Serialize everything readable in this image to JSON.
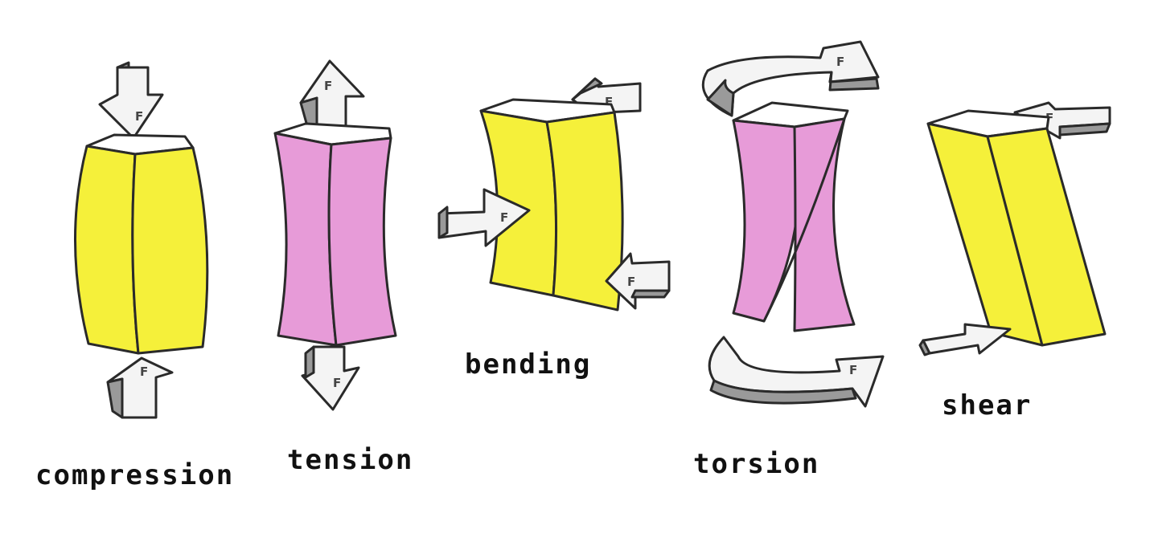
{
  "diagram": {
    "colors": {
      "yellow": "#f5f03a",
      "pink": "#e79bd8",
      "top_face": "#ffffff",
      "outline": "#2a2a2a",
      "arrow_fill": "#f4f4f4",
      "arrow_side": "#9a9a9a"
    },
    "force_symbol": "F",
    "panels": [
      {
        "label": "compression",
        "block_color": "yellow"
      },
      {
        "label": "tension",
        "block_color": "pink"
      },
      {
        "label": "bending",
        "block_color": "yellow"
      },
      {
        "label": "torsion",
        "block_color": "pink"
      },
      {
        "label": "shear",
        "block_color": "yellow"
      }
    ]
  }
}
